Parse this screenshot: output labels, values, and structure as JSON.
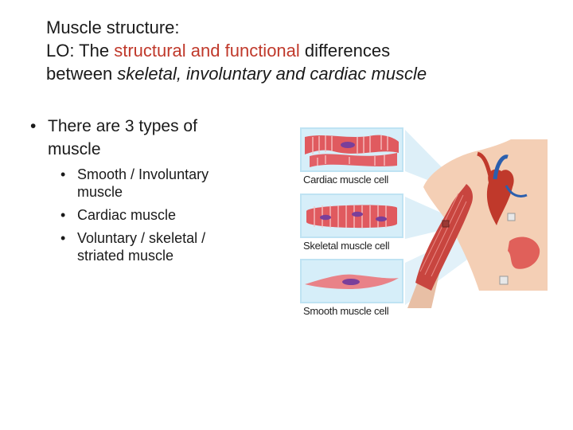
{
  "title": {
    "heading": "Muscle structure:",
    "lo_prefix": "LO: The ",
    "lo_highlight": "structural and functional",
    "lo_suffix": " differences",
    "line3_start": "between ",
    "line3_italic": "skeletal, involuntary and cardiac muscle"
  },
  "bullets": {
    "main": "There are 3 types of muscle",
    "sub": [
      "Smooth / Involuntary muscle",
      "Cardiac muscle",
      "Voluntary / skeletal / striated muscle"
    ]
  },
  "figure": {
    "labels": {
      "cardiac": "Cardiac muscle cell",
      "skeletal": "Skeletal muscle cell",
      "smooth": "Smooth muscle cell"
    }
  },
  "colors": {
    "accent_red": "#c0392b",
    "panel_blue": "#d6eef9",
    "muscle_red": "#e05a5f",
    "nucleus_purple": "#7a3f9a"
  }
}
